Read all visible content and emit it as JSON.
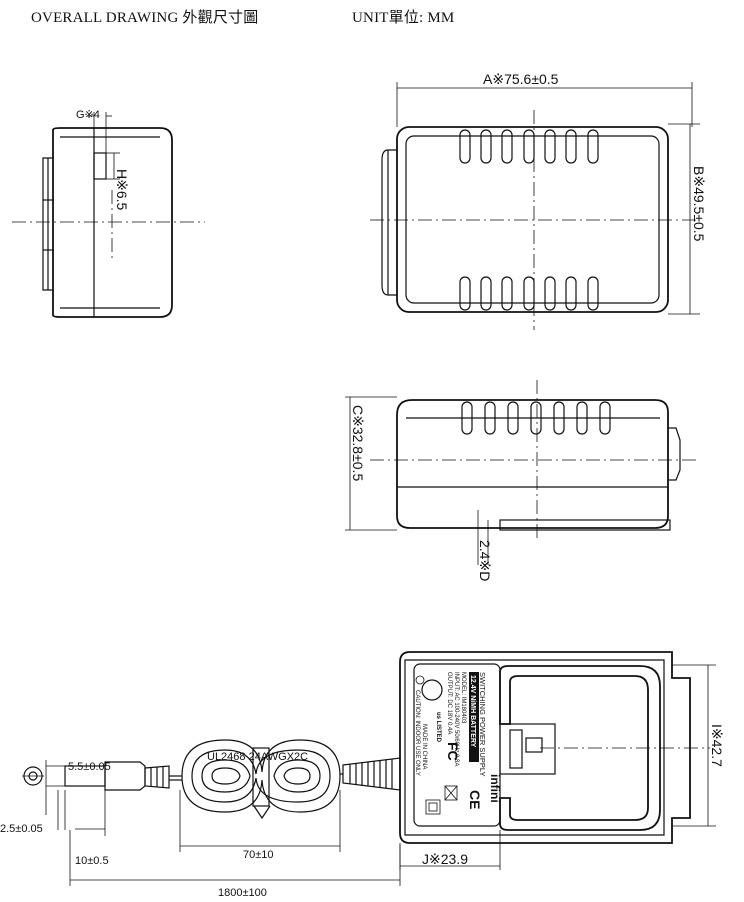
{
  "header": {
    "left": "OVERALL DRAWING 外觀尺寸圖",
    "right": "UNIT單位: MM"
  },
  "dimensions": {
    "A": "A※75.6±0.5",
    "B": "B※49.5±0.5",
    "C": "C※32.8±0.5",
    "D": "2.4※D",
    "G": "G※4",
    "H": "H※6.5",
    "I": "I※42.7",
    "J": "J※23.9",
    "plug_outer": "5.5±0.05",
    "plug_inner": "2.5±0.05",
    "plug_len": "10±0.5",
    "coil_len": "70±10",
    "cable_len": "1800±100"
  },
  "cable_label": "UL2468 24AWGX2C",
  "product_label": {
    "line1": "SWITCHING POWER SUPPLY",
    "line2": "12.4V NiMH BATTERY",
    "line3": "MODEL: IM180403",
    "line4": "INPUT: AC 100-240V 50/60Hz 0.8A",
    "line5": "OUTPUT: DC 18V 0.4A",
    "brand": "infini",
    "line6": "MADE IN CHINA",
    "line7": "CAUTION: INDOOR USE ONLY",
    "us_listed": "us LISTED",
    "fcc": "FC",
    "ce": "CE"
  }
}
